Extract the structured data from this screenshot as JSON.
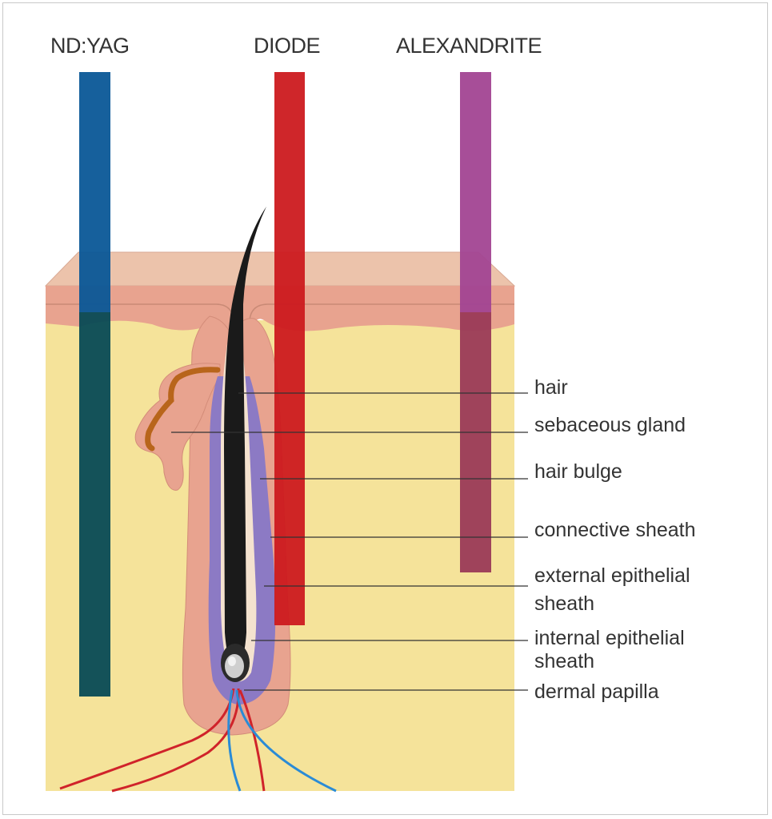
{
  "lasers": [
    {
      "name": "ND:YAG",
      "color": "#0a5797",
      "dermis_color": "#074a55"
    },
    {
      "name": "DIODE",
      "color": "#cc1a1f"
    },
    {
      "name": "ALEXANDRITE",
      "color": "#a24492",
      "dermis_color": "#9a3a57"
    }
  ],
  "labels": {
    "hair": "hair",
    "sebaceous_gland": "sebaceous gland",
    "hair_bulge": "hair bulge",
    "connective_sheath": "connective sheath",
    "external_epithelial_sheath_line1": "external epithelial",
    "external_epithelial_sheath_line2": "sheath",
    "internal_epithelial_sheath_line1": "internal epithelial",
    "internal_epithelial_sheath_line2": "sheath",
    "dermal_papilla": "dermal papilla"
  },
  "colors": {
    "dermis": "#f5e39a",
    "epidermis": "#e8a38f",
    "skin_top": "#ecc0a8",
    "sheath_purple": "#8c7ac4",
    "hair": "#1a1a1a",
    "sebaceous": "#b8651b",
    "artery": "#d0232a",
    "vein": "#2a8bd6"
  }
}
